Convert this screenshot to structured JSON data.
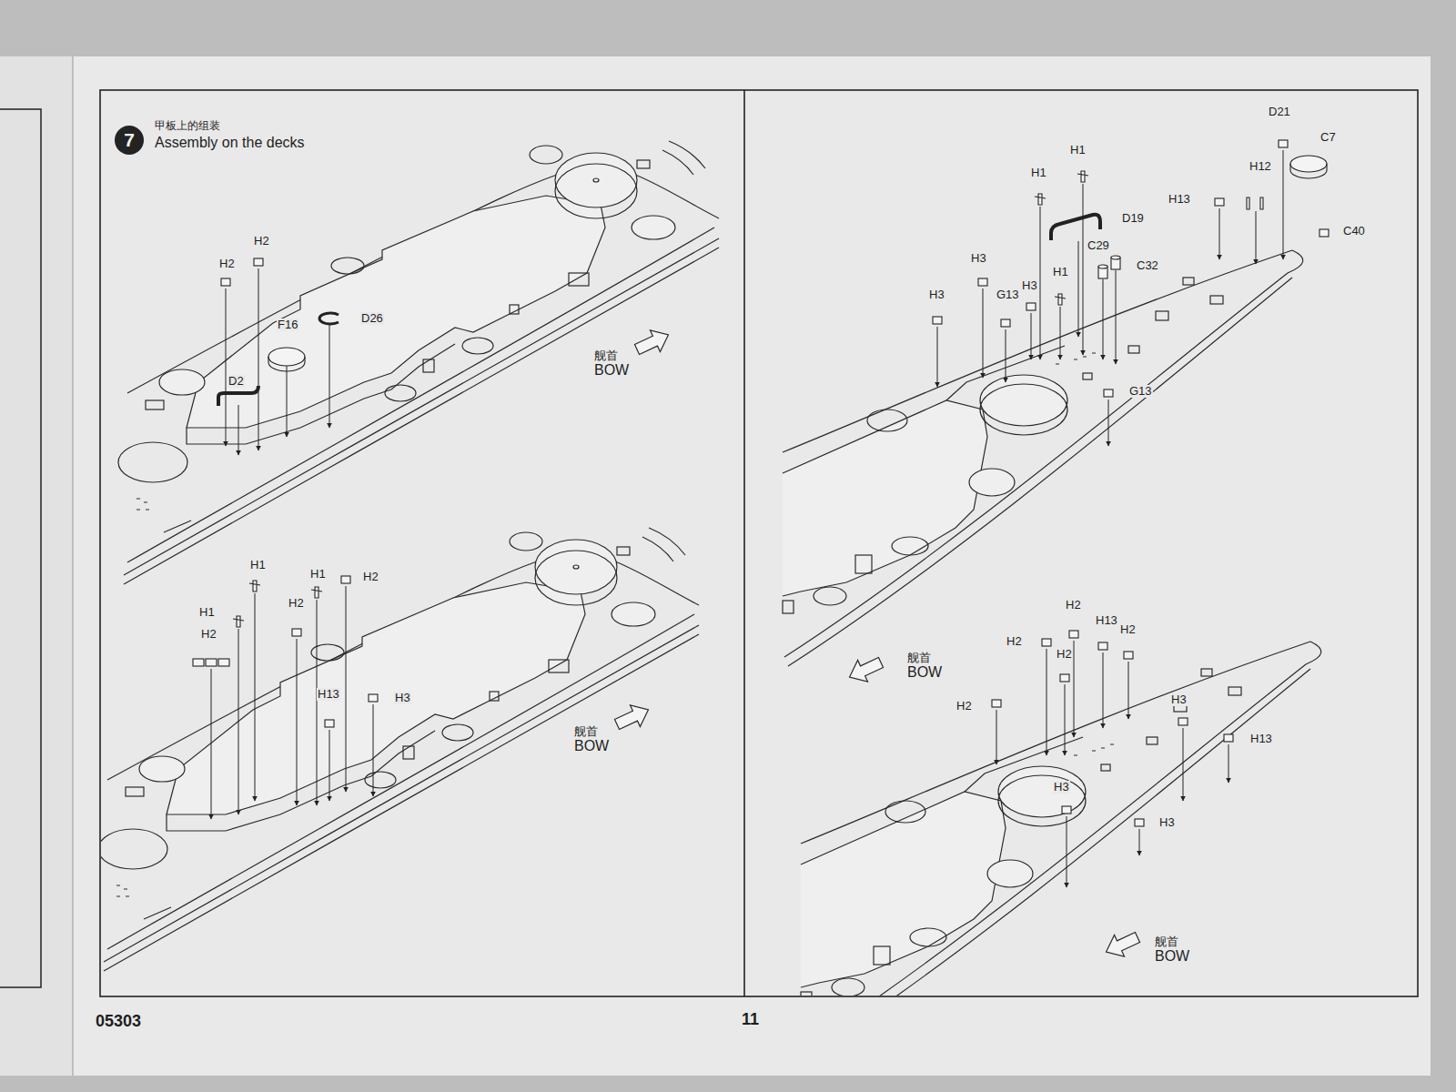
{
  "diagram": {
    "nodes": [
      {
        "text": [
          "7",
          "甲板上的组装",
          "Assembly on the decks"
        ]
      }
    ],
    "labels": [
      "H2",
      "H2",
      "F16",
      "D26",
      "D2",
      "舰首",
      "BOW",
      "H1",
      "H1",
      "H2",
      "H1",
      "H2",
      "H2",
      "H13",
      "H3",
      "舰首",
      "BOW",
      "D21",
      "H1",
      "C7",
      "H1",
      "H12",
      "H13",
      "D19",
      "C40",
      "C29",
      "C32",
      "H3",
      "H3",
      "H1",
      "H3",
      "G13",
      "G13",
      "舰首",
      "BOW",
      "H2",
      "H13",
      "H2",
      "H2",
      "H2",
      "H2",
      "H3",
      "H13",
      "H3",
      "H3",
      "舰首",
      "BOW",
      "05303",
      "11"
    ]
  }
}
